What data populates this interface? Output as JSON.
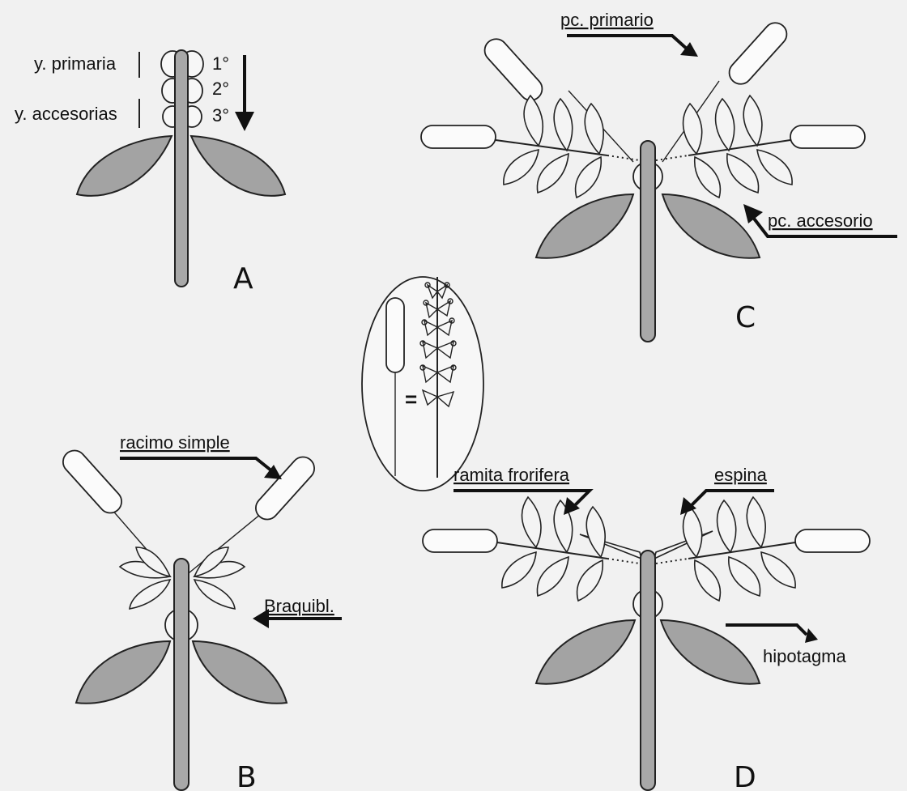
{
  "panels": {
    "a": {
      "letter": "A",
      "label_primary": "y. primaria",
      "label_accessory": "y. accesorias",
      "order_1": "1°",
      "order_2": "2°",
      "order_3": "3°"
    },
    "b": {
      "letter": "B",
      "label_raceme": "racimo simple",
      "label_brachyblast": "Braquibl."
    },
    "c": {
      "letter": "C",
      "label_primary": "pc. primario",
      "label_accessory": "pc. accesorio"
    },
    "d": {
      "letter": "D",
      "label_branchlet": "ramita frorifera",
      "label_spine": "espina",
      "label_hypotagma": "hipotagma"
    }
  },
  "inset": {
    "symbol": "="
  },
  "colors": {
    "leaf_fill": "#a3a3a3",
    "stem_fill": "#a8a8a8",
    "line": "#222222",
    "background": "#f1f1f1"
  }
}
